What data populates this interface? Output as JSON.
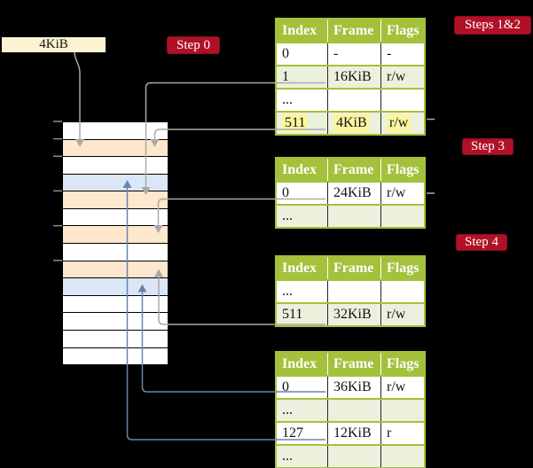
{
  "frame_size_label": {
    "text": "4KiB"
  },
  "step_badges": [
    {
      "id": "step-0",
      "label": "Step 0"
    },
    {
      "id": "steps-1-2",
      "label": "Steps 1&2"
    },
    {
      "id": "step-3",
      "label": "Step 3"
    },
    {
      "id": "step-4",
      "label": "Step 4"
    }
  ],
  "physical_memory": {
    "rows": [
      {
        "index": 0,
        "fill": "white"
      },
      {
        "index": 1,
        "fill": "orange"
      },
      {
        "index": 2,
        "fill": "white"
      },
      {
        "index": 3,
        "fill": "blue"
      },
      {
        "index": 4,
        "fill": "orange"
      },
      {
        "index": 5,
        "fill": "white"
      },
      {
        "index": 6,
        "fill": "orange"
      },
      {
        "index": 7,
        "fill": "white"
      },
      {
        "index": 8,
        "fill": "orange"
      },
      {
        "index": 9,
        "fill": "blue"
      },
      {
        "index": 10,
        "fill": "white"
      },
      {
        "index": 11,
        "fill": "white"
      },
      {
        "index": 12,
        "fill": "white"
      },
      {
        "index": 13,
        "fill": "white"
      }
    ],
    "tick_boundaries": [
      0,
      1,
      2,
      4,
      6,
      8
    ]
  },
  "page_tables": [
    {
      "id": "page-table-1",
      "headers": [
        "Index",
        "Frame",
        "Flags"
      ],
      "rows": [
        {
          "index": "0",
          "frame": "-",
          "flags": "-",
          "shaded": false,
          "highlight": false
        },
        {
          "index": "1",
          "frame": "16KiB",
          "flags": "r/w",
          "shaded": true,
          "highlight": false
        },
        {
          "index": "...",
          "frame": "",
          "flags": "",
          "shaded": false,
          "highlight": false
        },
        {
          "index": "511",
          "frame": "4KiB",
          "flags": "r/w",
          "shaded": true,
          "highlight": true
        }
      ]
    },
    {
      "id": "page-table-2",
      "headers": [
        "Index",
        "Frame",
        "Flags"
      ],
      "rows": [
        {
          "index": "0",
          "frame": "24KiB",
          "flags": "r/w",
          "shaded": false,
          "highlight": false
        },
        {
          "index": "...",
          "frame": "",
          "flags": "",
          "shaded": true,
          "highlight": false
        }
      ]
    },
    {
      "id": "page-table-3",
      "headers": [
        "Index",
        "Frame",
        "Flags"
      ],
      "rows": [
        {
          "index": "...",
          "frame": "",
          "flags": "",
          "shaded": false,
          "highlight": false
        },
        {
          "index": "511",
          "frame": "32KiB",
          "flags": "r/w",
          "shaded": true,
          "highlight": false
        }
      ]
    },
    {
      "id": "page-table-4",
      "headers": [
        "Index",
        "Frame",
        "Flags"
      ],
      "rows": [
        {
          "index": "0",
          "frame": "36KiB",
          "flags": "r/w",
          "shaded": false,
          "highlight": false
        },
        {
          "index": "...",
          "frame": "",
          "flags": "",
          "shaded": true,
          "highlight": false
        },
        {
          "index": "127",
          "frame": "12KiB",
          "flags": "r",
          "shaded": false,
          "highlight": false
        },
        {
          "index": "...",
          "frame": "",
          "flags": "",
          "shaded": true,
          "highlight": false
        }
      ]
    }
  ],
  "connections": [
    {
      "from": "frame-size-label",
      "to": "memory-row-1-4KiB",
      "style": "gray"
    },
    {
      "from": "table1-entry-1",
      "to": "memory-row-4-16KiB",
      "style": "gray"
    },
    {
      "from": "table1-entry-511",
      "to": "memory-row-1-4KiB",
      "style": "gray"
    },
    {
      "from": "table2-entry-0",
      "to": "memory-row-6-24KiB",
      "style": "gray"
    },
    {
      "from": "table3-entry-511",
      "to": "memory-row-8-32KiB",
      "style": "gray"
    },
    {
      "from": "table4-entry-0",
      "to": "memory-row-9-36KiB",
      "style": "blue"
    },
    {
      "from": "table4-entry-127",
      "to": "memory-row-3-12KiB",
      "style": "blue"
    }
  ],
  "colors": {
    "background": "#000000",
    "frame_box_bg": "#fdf3d3",
    "badge_red": "#b01127",
    "memory_orange": "#fde7cd",
    "memory_blue": "#dbe7f7",
    "table_header_green": "#a3c13a",
    "table_row_green": "#ecf1dd",
    "highlight_yellow": "#fbf5a0",
    "gray_line": "#a9a9a9",
    "blue_line": "#6b84ae"
  }
}
